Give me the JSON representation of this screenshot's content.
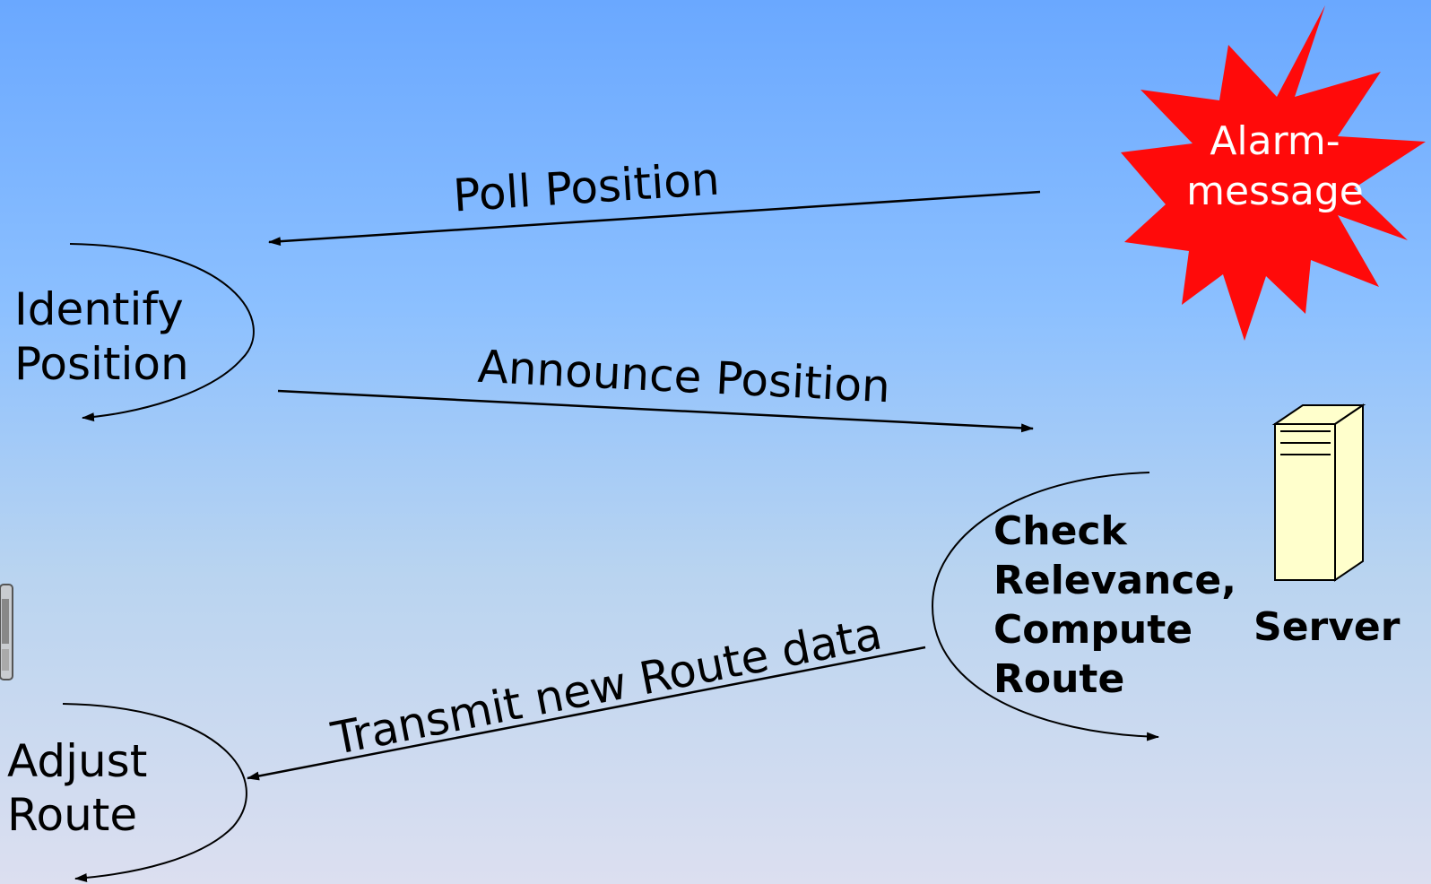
{
  "alarm": {
    "line1": "Alarm-",
    "line2": "message"
  },
  "arrows": {
    "poll": "Poll Position",
    "announce": "Announce Position",
    "transmit": "Transmit new Route data"
  },
  "client": {
    "identify": [
      "Identify",
      "Position"
    ],
    "adjust": [
      "Adjust",
      "Route"
    ]
  },
  "server": {
    "label": "Server",
    "process": [
      "Check",
      "Relevance,",
      "Compute",
      "Route"
    ]
  },
  "colors": {
    "alarm_fill": "#ff0a0a",
    "server_fill": "#ffffcc",
    "arrow": "#000000"
  }
}
